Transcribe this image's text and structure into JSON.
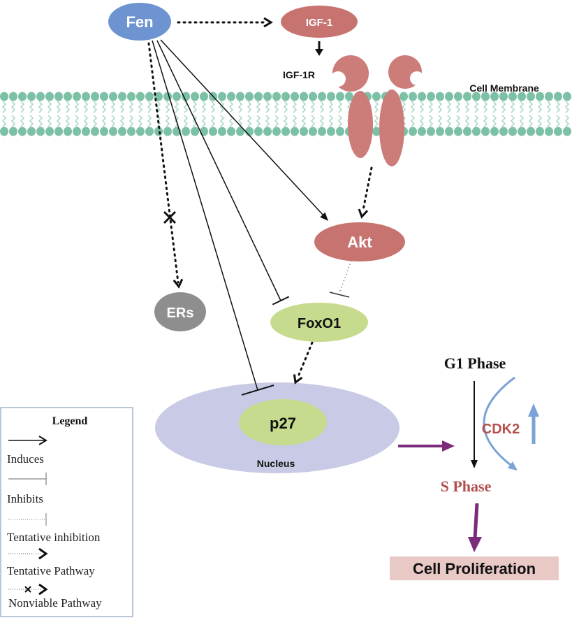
{
  "nodes": {
    "fen": "Fen",
    "igf1": "IGF-1",
    "igf1r": "IGF-1R",
    "cell_membrane": "Cell Membrane",
    "akt": "Akt",
    "ers": "ERs",
    "foxo1": "FoxO1",
    "p27": "p27",
    "nucleus": "Nucleus",
    "g1_phase": "G1 Phase",
    "cdk2": "CDK2",
    "s_phase": "S Phase",
    "cell_proliferation": "Cell Proliferation"
  },
  "legend": {
    "title": "Legend",
    "items": [
      "Induces",
      "Inhibits",
      "Tentative inhibition",
      "Tentative Pathway",
      "Nonviable Pathway"
    ]
  },
  "colors": {
    "fen": "#6d93d0",
    "igf1": "#c77471",
    "receptor": "#cc7d7a",
    "akt": "#c77471",
    "ers": "#8e8e8e",
    "foxo1": "#c6db8d",
    "p27": "#c6db8d",
    "nucleus": "#c9cae5",
    "membrane": "#7cc1a6",
    "membrane_tail": "#a7d6c4",
    "cell_cycle_arrow": "#7b2a7c",
    "cdk2_arc": "#7aa3d6",
    "cdk2_text": "#b5504c",
    "s_phase_text": "#b0504f",
    "cell_proliferation_bg": "#e8c9c6",
    "legend_border": "#8aa0c2"
  }
}
